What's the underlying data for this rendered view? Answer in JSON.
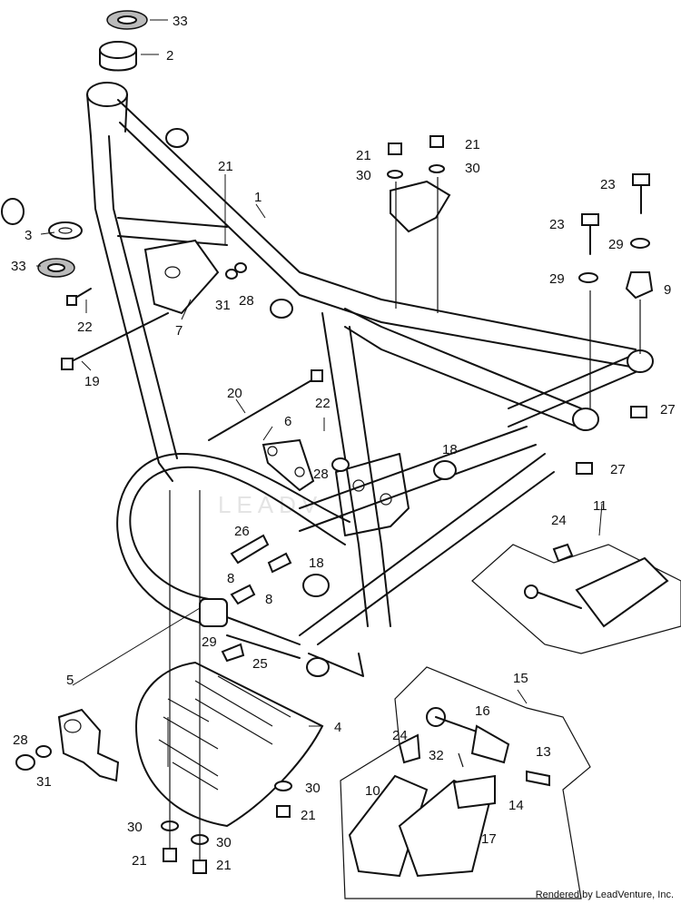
{
  "credit": "Rendered by LeadVenture, Inc.",
  "watermark": "LEADV",
  "callouts": [
    "33",
    "2",
    "3",
    "33",
    "22",
    "19",
    "7",
    "31",
    "28",
    "21",
    "1",
    "20",
    "6",
    "22",
    "28",
    "18",
    "18",
    "26",
    "8",
    "8",
    "29",
    "25",
    "5",
    "4",
    "28",
    "31",
    "21",
    "30",
    "21",
    "30",
    "23",
    "23",
    "29",
    "29",
    "9",
    "27",
    "27",
    "11",
    "24",
    "15",
    "24",
    "16",
    "32",
    "13",
    "10",
    "14",
    "17",
    "30",
    "21",
    "30",
    "21",
    "30",
    "21"
  ]
}
